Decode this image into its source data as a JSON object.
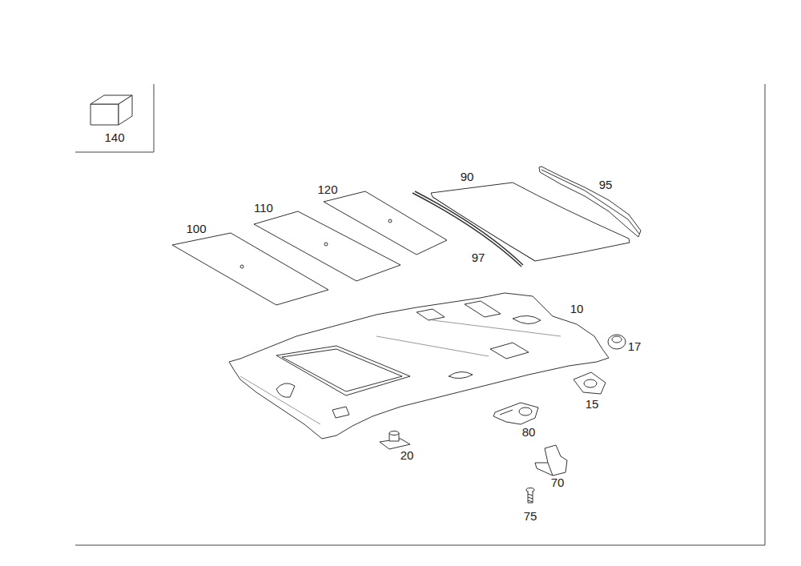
{
  "diagram": {
    "labels": [
      "140",
      "100",
      "110",
      "120",
      "90",
      "95",
      "97",
      "10",
      "17",
      "15",
      "80",
      "20",
      "70",
      "75"
    ]
  }
}
